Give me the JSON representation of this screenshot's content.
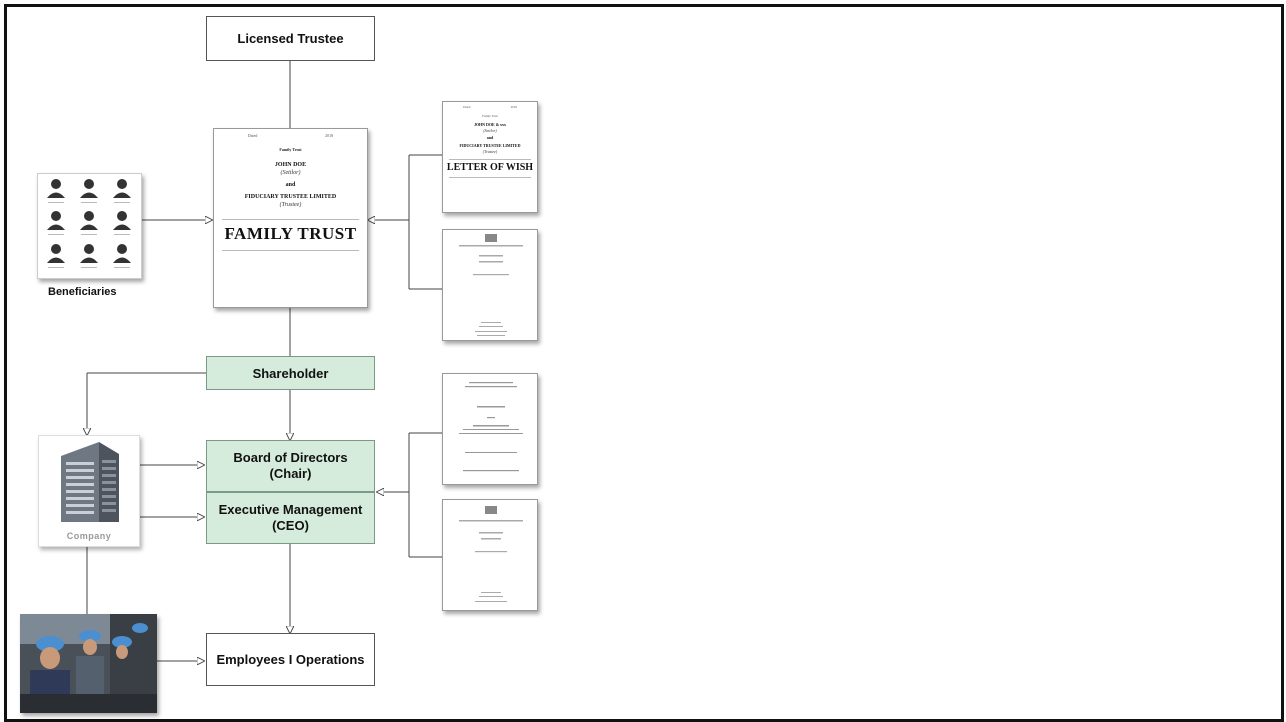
{
  "boxes": {
    "licensed_trustee": "Licensed Trustee",
    "shareholder": "Shareholder",
    "board": "Board of Directors\n(Chair)",
    "board_line1": "Board of Directors",
    "board_line2": "(Chair)",
    "exec_line1": "Executive Management",
    "exec_line2": "(CEO)",
    "employees": "Employees I Operations"
  },
  "labels": {
    "beneficiaries": "Beneficiaries",
    "company": "Company"
  },
  "trust_doc": {
    "dated": "Dated",
    "year": "2018",
    "family_trust_small": "Family Trust",
    "settlor_name": "JOHN DOE",
    "settlor_role": "(Settlor)",
    "and": "and",
    "trustee_name": "FIDUCIARY TRUSTEE LIMITED",
    "trustee_role": "(Trustee)",
    "title": "FAMILY TRUST"
  },
  "wish_doc": {
    "dated": "Dated",
    "year": "2018",
    "family_trust_small": "Family Trust",
    "settlor_name": "JOHN DOE & xxx",
    "settlor_role": "(Settlor)",
    "and": "and",
    "trustee_name": "FIDUCIARY TRUSTEE LIMITED",
    "trustee_role": "(Trustee)",
    "title": "LETTER OF WISH"
  },
  "colors": {
    "green_fill": "#d5ebdc",
    "line": "#444444"
  }
}
